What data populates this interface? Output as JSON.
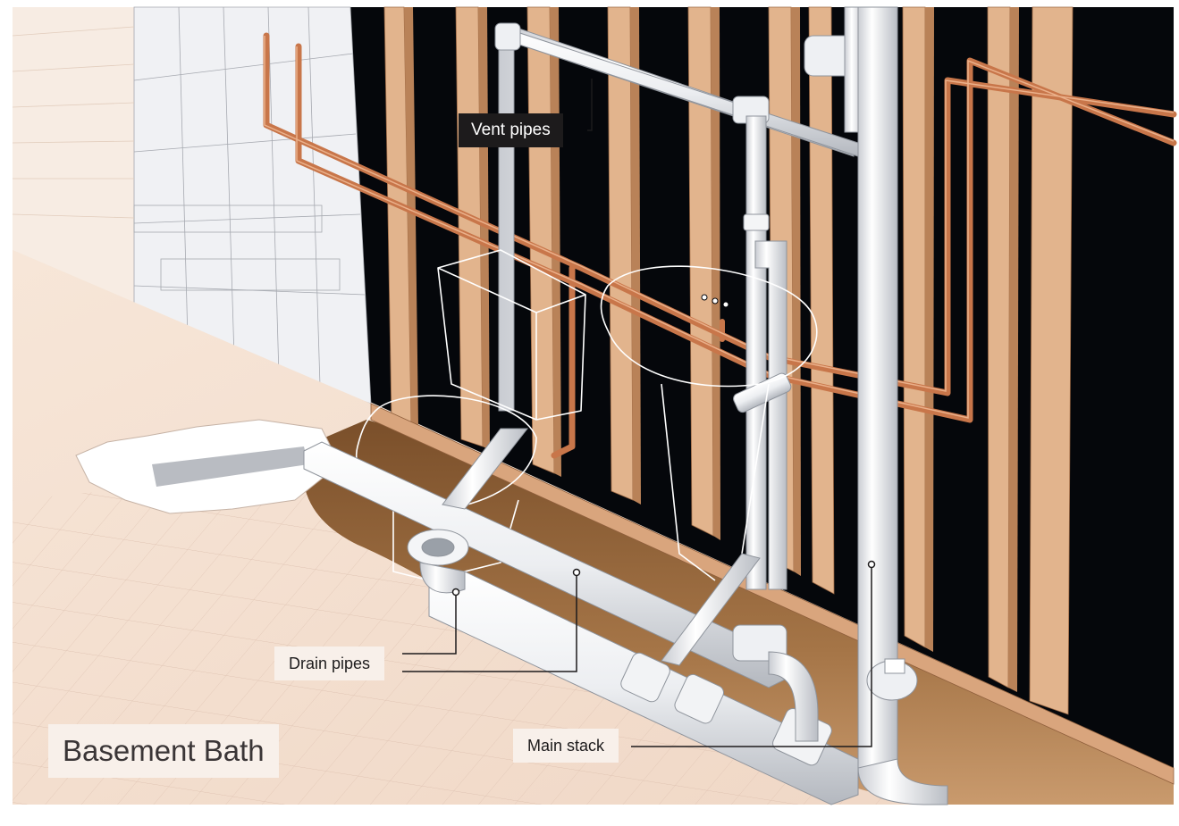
{
  "title": "Basement Bath",
  "callouts": {
    "vent": "Vent pipes",
    "drain": "Drain pipes",
    "stack": "Main stack"
  },
  "colors": {
    "wall_black": "#05070b",
    "stud": "#e2b48d",
    "stud_shadow": "#b88059",
    "floor": "#f3dfd1",
    "soil": "#9a6a3c",
    "pvc": "#f2f3f5",
    "copper": "#c8764a",
    "label_dark": "#1d1b1c",
    "label_light": "#f8f0ea"
  }
}
